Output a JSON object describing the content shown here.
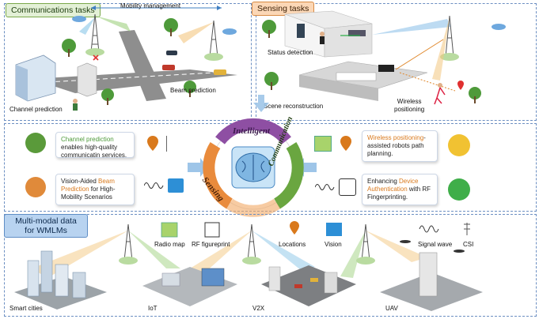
{
  "top_left": {
    "title": "Communications tasks",
    "mobility": "Mobility management",
    "channel": "Channel prediction",
    "beam": "Beam prediction"
  },
  "top_right": {
    "title": "Sensing tasks",
    "status": "Status detection",
    "scene": "Scene reconstruction",
    "wireless": "Wireless\npositioning"
  },
  "center": {
    "intelligent": "Intelligent",
    "communication": "Communication",
    "sensing": "Sensing"
  },
  "cards": {
    "c1": {
      "hl": "Channel prediction",
      "rest": "enables high-quality communicatin services."
    },
    "c2": {
      "pre": "Vision-Aided ",
      "hl": "Beam Prediction",
      "rest": " for High-Mobility Scenarios"
    },
    "c3": {
      "hl": "Wireless positioning",
      "rest": "-assisted robots path planning."
    },
    "c4": {
      "pre": "Enhancing ",
      "hl": "Device Authentication",
      "rest": " with RF Fingerprinting."
    }
  },
  "bottom": {
    "title_line1": "Multi-modal data",
    "title_line2": "for WMLMs",
    "radio": "Radio map",
    "rf": "RF figureprint",
    "loc": "Locations",
    "vision": "Vision",
    "signal": "Signal wave",
    "csi": "CSI",
    "smart": "Smart cities",
    "iot": "IoT",
    "v2x": "V2X",
    "uav": "UAV"
  }
}
